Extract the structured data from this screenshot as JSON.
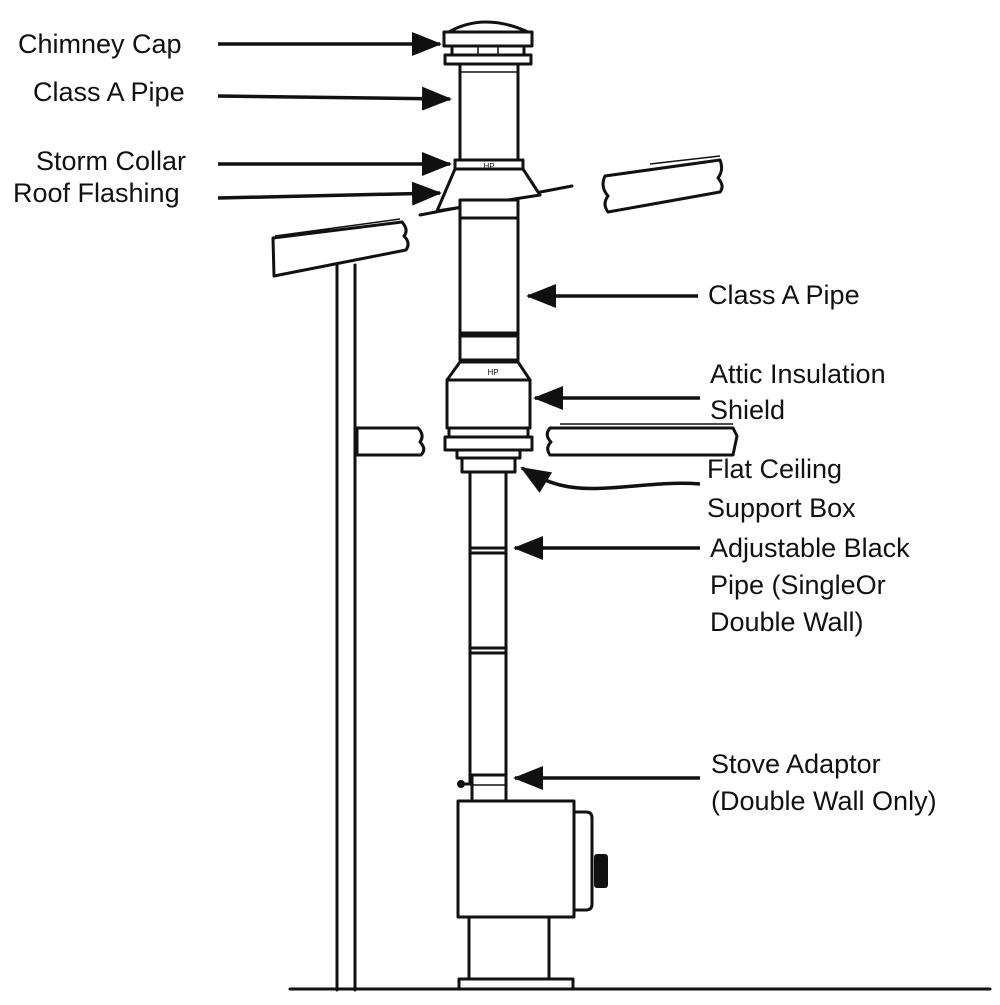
{
  "labels": {
    "chimney_cap": "Chimney Cap",
    "class_a_pipe_upper": "Class A Pipe",
    "storm_collar": "Storm Collar",
    "roof_flashing": "Roof Flashing",
    "class_a_pipe_lower": "Class A Pipe",
    "attic_insulation_shield": [
      "Attic Insulation",
      "Shield"
    ],
    "flat_ceiling_support_box": [
      "Flat Ceiling",
      "Support Box"
    ],
    "adjustable_black_pipe": [
      "Adjustable Black",
      "Pipe (SingleOr",
      "Double Wall)"
    ],
    "stove_adaptor": [
      "Stove Adaptor",
      "(Double Wall Only)"
    ]
  },
  "pipe_marks": {
    "upper_collar_mark": "HP",
    "shield_mark": "HP"
  }
}
